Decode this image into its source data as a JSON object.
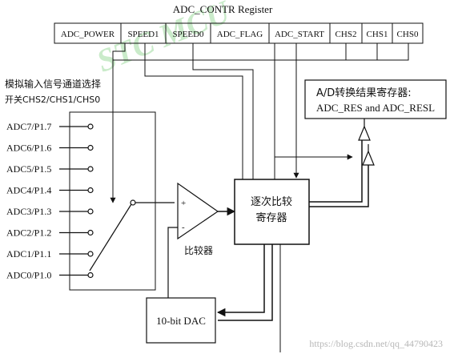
{
  "register": {
    "title": "ADC_CONTR Register",
    "bits": [
      "ADC_POWER",
      "SPEED1",
      "SPEED0",
      "ADC_FLAG",
      "ADC_START",
      "CHS2",
      "CHS1",
      "CHS0"
    ]
  },
  "mux": {
    "label_line1": "模拟输入信号通道选择",
    "label_line2": "开关CHS2/CHS1/CHS0",
    "channels": [
      "ADC7/P1.7",
      "ADC6/P1.6",
      "ADC5/P1.5",
      "ADC4/P1.4",
      "ADC3/P1.3",
      "ADC2/P1.2",
      "ADC1/P1.1",
      "ADC0/P1.0"
    ]
  },
  "result_register": {
    "line1": "A/D转换结果寄存器:",
    "line2": "ADC_RES and ADC_RESL"
  },
  "sar": {
    "line1": "逐次比较",
    "line2": "寄存器"
  },
  "comparator": {
    "label": "比较器",
    "plus": "+",
    "minus": "-"
  },
  "dac": {
    "label": "10-bit DAC"
  },
  "watermark": {
    "logo": "STC MCU",
    "url": "https://blog.csdn.net/qq_44790423"
  }
}
